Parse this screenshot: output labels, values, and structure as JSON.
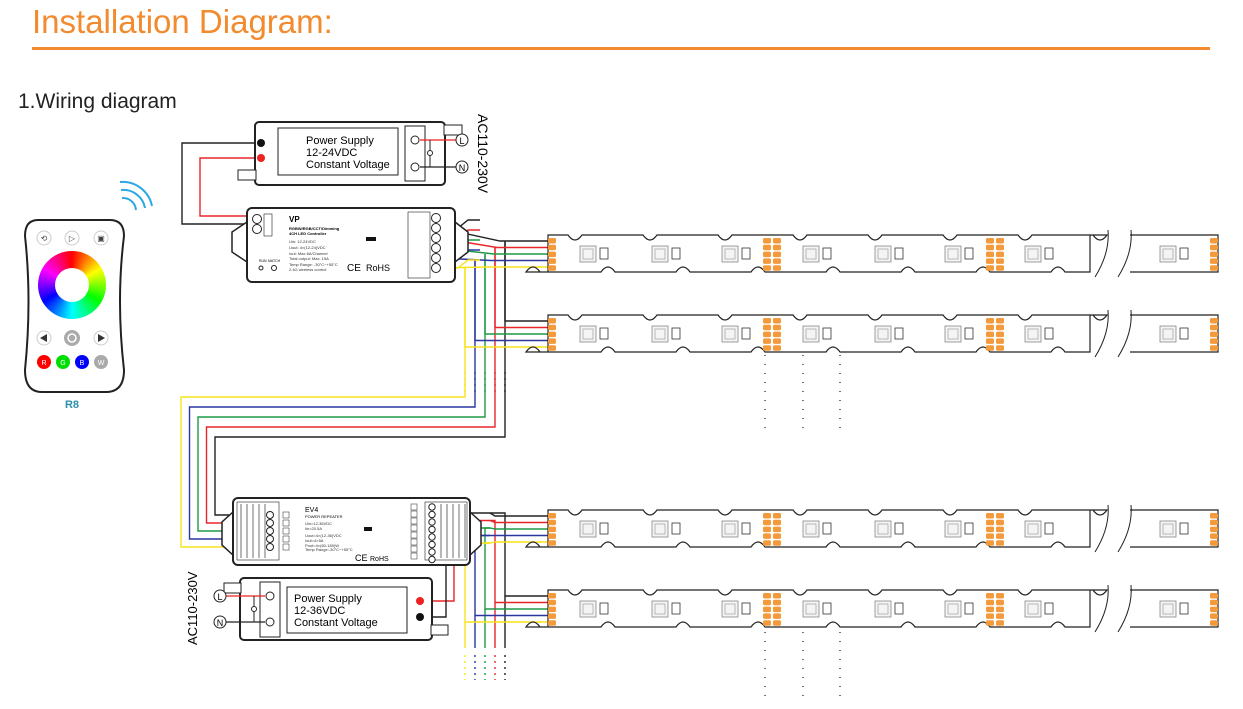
{
  "header": {
    "title": "Installation Diagram:",
    "accent_color": "#F28A2E"
  },
  "section": {
    "title": "1.Wiring diagram"
  },
  "power_supply_top": {
    "line1": "Power Supply",
    "line2": "12-24VDC",
    "line3": "Constant Voltage"
  },
  "power_supply_bottom": {
    "line1": "Power Supply",
    "line2": "12-36VDC",
    "line3": "Constant Voltage"
  },
  "mains": {
    "label": "AC110-230V",
    "live": "L",
    "neutral": "N"
  },
  "controller": {
    "model": "VP",
    "desc1": "RGBW/RGB/CCT/Dimming",
    "desc2": "4CH LED Controller",
    "specs": [
      "Uin: 12-24VDC",
      "Uout: 4×(12-24)VDC",
      "Iout: Max 6A/Channel",
      "Total output: Max. 15A",
      "Temp Range: -30°C~+55°C",
      "2.4G wireless control"
    ],
    "run_label": "RUN",
    "match_label": "MATCH",
    "ce": "CE",
    "rohs": "RoHS"
  },
  "repeater": {
    "model": "EV4",
    "desc": "POWER REPEATER",
    "specs": [
      "Uin=12-36VDC",
      "Iin=20.5A",
      "Uout=4×(12-36)VDC",
      "Iout=4×5A",
      "Pout=4×(60-180)W",
      "Temp Range:-30°C~+55°C"
    ],
    "ce": "CE",
    "rohs": "RoHS"
  },
  "remote": {
    "label": "R8",
    "buttons": [
      "R",
      "G",
      "B",
      "W"
    ],
    "label_color": "#2B8FA8"
  },
  "wire_colors": {
    "black": "#222222",
    "red": "#E8262A",
    "green": "#1E9A45",
    "blue": "#2C35A0",
    "yellow": "#F7E41A"
  },
  "strips": {
    "count": 4,
    "pad_color": "#F39A3C"
  }
}
